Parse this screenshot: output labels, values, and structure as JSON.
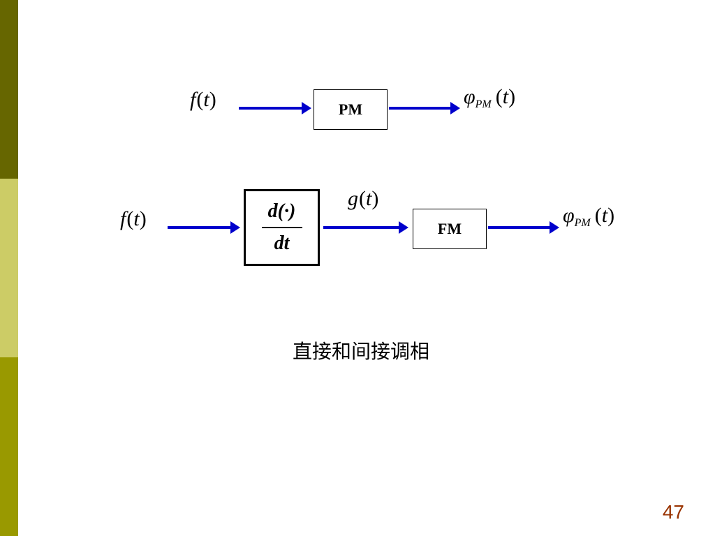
{
  "theme": {
    "sidebar_colors": [
      "#666600",
      "#cccc66",
      "#999900"
    ],
    "arrow_color": "#0000cc",
    "page_number_color": "#993300"
  },
  "diagram": {
    "row1": {
      "input": {
        "fn": "f",
        "arg": "t"
      },
      "block_label": "PM",
      "output": {
        "fn": "φ",
        "sub": "PM",
        "arg": "t"
      }
    },
    "row2": {
      "input": {
        "fn": "f",
        "arg": "t"
      },
      "derivative": {
        "numerator": "d(·)",
        "denominator": "dt"
      },
      "intermediate": {
        "fn": "g",
        "arg": "t"
      },
      "block_label": "FM",
      "output": {
        "fn": "φ",
        "sub": "PM",
        "arg": "t"
      }
    },
    "caption": "直接和间接调相"
  },
  "page_number": "47"
}
